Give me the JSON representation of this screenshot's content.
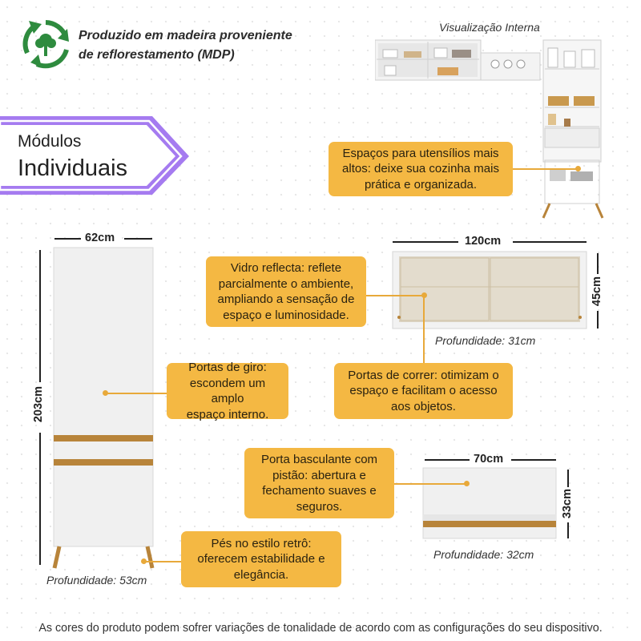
{
  "header": {
    "eco_line1": "Produzido em madeira proveniente",
    "eco_line2": "de reflorestamento (MDP)",
    "interna_label": "Visualização Interna"
  },
  "tag": {
    "title_line1": "Módulos",
    "title_line2": "Individuais"
  },
  "callouts": {
    "espacos": [
      "Espaços para utensílios mais",
      "altos: deixe sua cozinha mais",
      "prática e organizada."
    ],
    "vidro": [
      "Vidro reflecta: reflete",
      "parcialmente o ambiente,",
      "ampliando a sensação de",
      "espaço e luminosidade."
    ],
    "giro": [
      "Portas de giro:",
      "escondem um amplo",
      "espaço interno."
    ],
    "correr": [
      "Portas de correr: otimizam o",
      "espaço e facilitam o acesso",
      "aos objetos."
    ],
    "basculante": [
      "Porta basculante com",
      "pistão: abertura e",
      "fechamento suaves e",
      "seguros."
    ],
    "pes": [
      "Pés no estilo retrô:",
      "oferecem estabilidade e",
      "elegância."
    ]
  },
  "dimensions": {
    "tall_width": "62cm",
    "tall_height": "203cm",
    "tall_depth": "Profundidade: 53cm",
    "upper_width": "120cm",
    "upper_height": "45cm",
    "upper_depth": "Profundidade: 31cm",
    "small_width": "70cm",
    "small_height": "33cm",
    "small_depth": "Profundidade: 32cm"
  },
  "footer": "As cores do produto podem sofrer variações de tonalidade de acordo com as configurações do seu dispositivo.",
  "colors": {
    "accent_gold": "#f4b843",
    "tag_purple": "#a57bf0",
    "eco_green": "#2e8b3e",
    "wood": "#b8843a"
  }
}
